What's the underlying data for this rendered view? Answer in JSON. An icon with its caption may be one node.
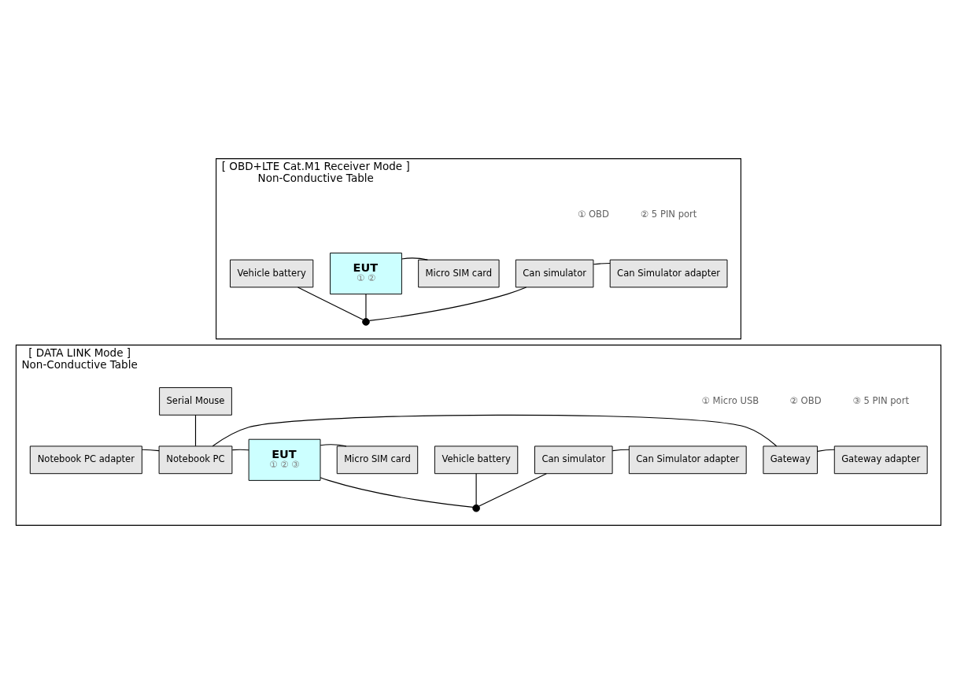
{
  "diagram": {
    "nodes": [
      {
        "text": [
          "[ OBD+LTE Cat.M1 Receiver Mode ]",
          "Non-Conductive Table"
        ]
      },
      {
        "text": [
          "Vehicle battery"
        ],
        "in": 0
      },
      {
        "text": [
          "EUT",
          "① ②"
        ],
        "in": 0
      },
      {
        "text": [
          "Micro SIM card"
        ],
        "in": 0
      },
      {
        "text": [
          "Can simulator"
        ],
        "in": 0
      },
      {
        "text": [
          "Can Simulator adapter"
        ],
        "in": 0
      },
      {
        "text": [],
        "shape": "circle",
        "in": 0
      },
      {
        "text": [
          "[ DATA LINK Mode ]",
          "Non-Conductive Table"
        ]
      },
      {
        "text": [
          "Serial Mouse"
        ],
        "in": 7
      },
      {
        "text": [
          "Notebook PC adapter"
        ],
        "in": 7
      },
      {
        "text": [
          "Notebook PC"
        ],
        "in": 7
      },
      {
        "text": [
          "EUT",
          "① ② ③"
        ],
        "in": 7
      },
      {
        "text": [
          "Micro SIM card"
        ],
        "in": 7
      },
      {
        "text": [
          "Vehicle battery"
        ],
        "in": 7
      },
      {
        "text": [
          "Can simulator"
        ],
        "in": 7
      },
      {
        "text": [
          "Can Simulator adapter"
        ],
        "in": 7
      },
      {
        "text": [
          "Gateway"
        ],
        "in": 7
      },
      {
        "text": [
          "Gateway adapter"
        ],
        "in": 7
      },
      {
        "text": [],
        "shape": "circle",
        "in": 7
      }
    ],
    "edges": [
      {
        "from": 1,
        "to": 6,
        "arrow": "none"
      },
      {
        "from": 2,
        "to": 6,
        "arrow": "none"
      },
      {
        "from": 6,
        "to": 4,
        "arrow": "none"
      },
      {
        "from": 2,
        "to": 3,
        "arrow": "none"
      },
      {
        "from": 4,
        "to": 5,
        "arrow": "none"
      },
      {
        "from": 9,
        "to": 10,
        "arrow": "none"
      },
      {
        "from": 8,
        "to": 10,
        "arrow": "none"
      },
      {
        "from": 10,
        "to": 11,
        "arrow": "none"
      },
      {
        "from": 11,
        "to": 18,
        "arrow": "none"
      },
      {
        "from": 13,
        "to": 18,
        "arrow": "none"
      },
      {
        "from": 18,
        "to": 14,
        "arrow": "none"
      },
      {
        "from": 11,
        "to": 12,
        "arrow": "none"
      },
      {
        "from": 14,
        "to": 15,
        "arrow": "none"
      },
      {
        "from": 10,
        "to": 16,
        "arrow": "none"
      },
      {
        "from": 16,
        "to": 17,
        "arrow": "none"
      }
    ],
    "labels": [
      "① OBD",
      "② 5 PIN port",
      "① Micro USB",
      "② OBD",
      "③ 5 PIN port"
    ]
  }
}
